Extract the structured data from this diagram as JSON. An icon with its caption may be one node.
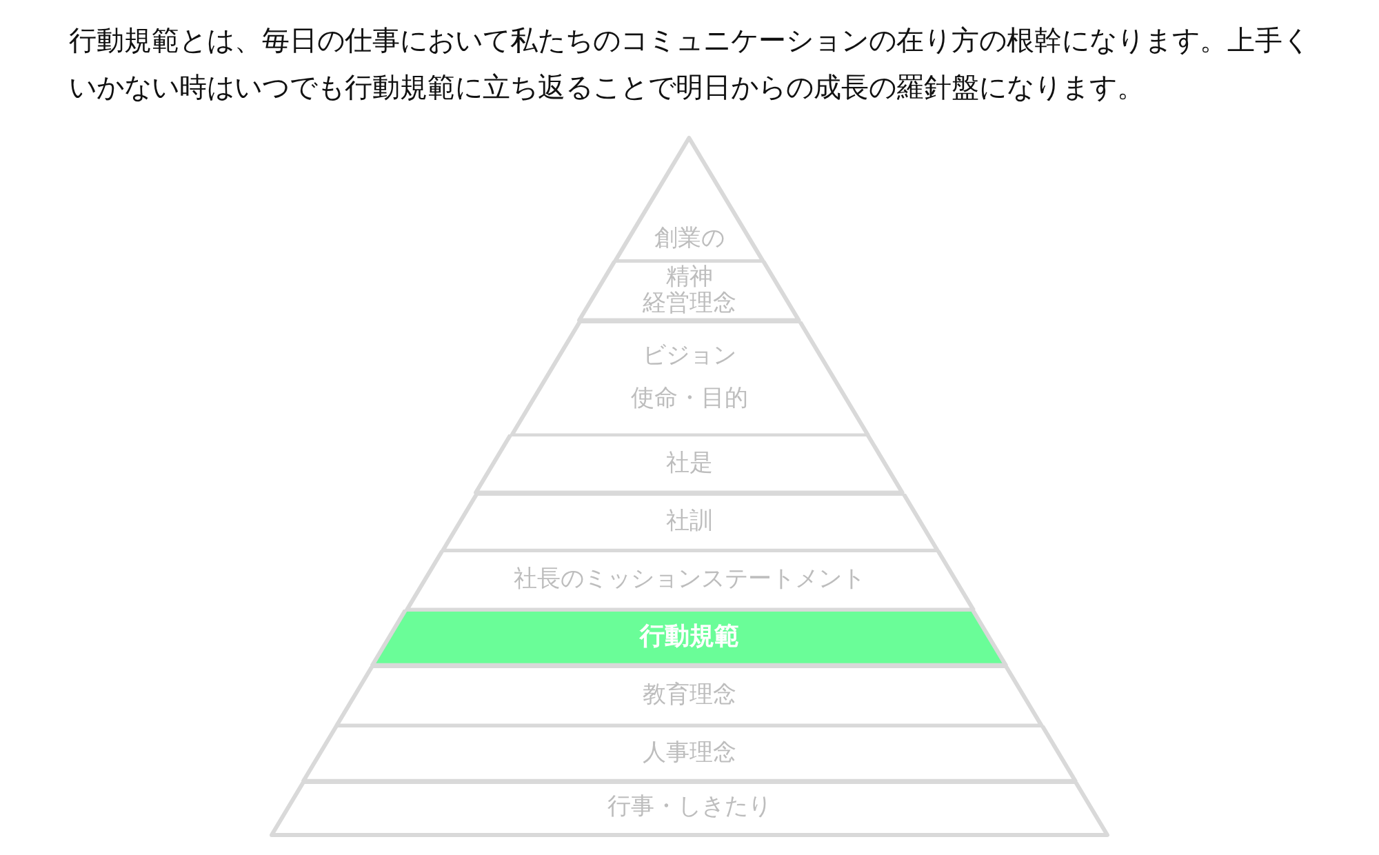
{
  "diagram": {
    "nodes": [
      {
        "text": [
          "創業の"
        ]
      },
      {
        "text": [
          "精神",
          "経営理念"
        ]
      },
      {
        "text": [
          "ビジョン",
          "使命・目的"
        ]
      },
      {
        "text": [
          "社是"
        ]
      },
      {
        "text": [
          "社訓"
        ]
      },
      {
        "text": [
          "社長のミッションステートメント"
        ]
      },
      {
        "text": [
          "行動規範"
        ]
      },
      {
        "text": [
          "教育理念"
        ]
      },
      {
        "text": [
          "人事理念"
        ]
      },
      {
        "text": [
          "行事・しきたり"
        ]
      }
    ],
    "labels": [
      "行動規範とは、毎日の仕事において私たちのコミュニケーションの在り方の根幹になります。上手くいかない時はいつでも行動規範に立ち返ることで明日からの成長の羅針盤になります。"
    ]
  }
}
